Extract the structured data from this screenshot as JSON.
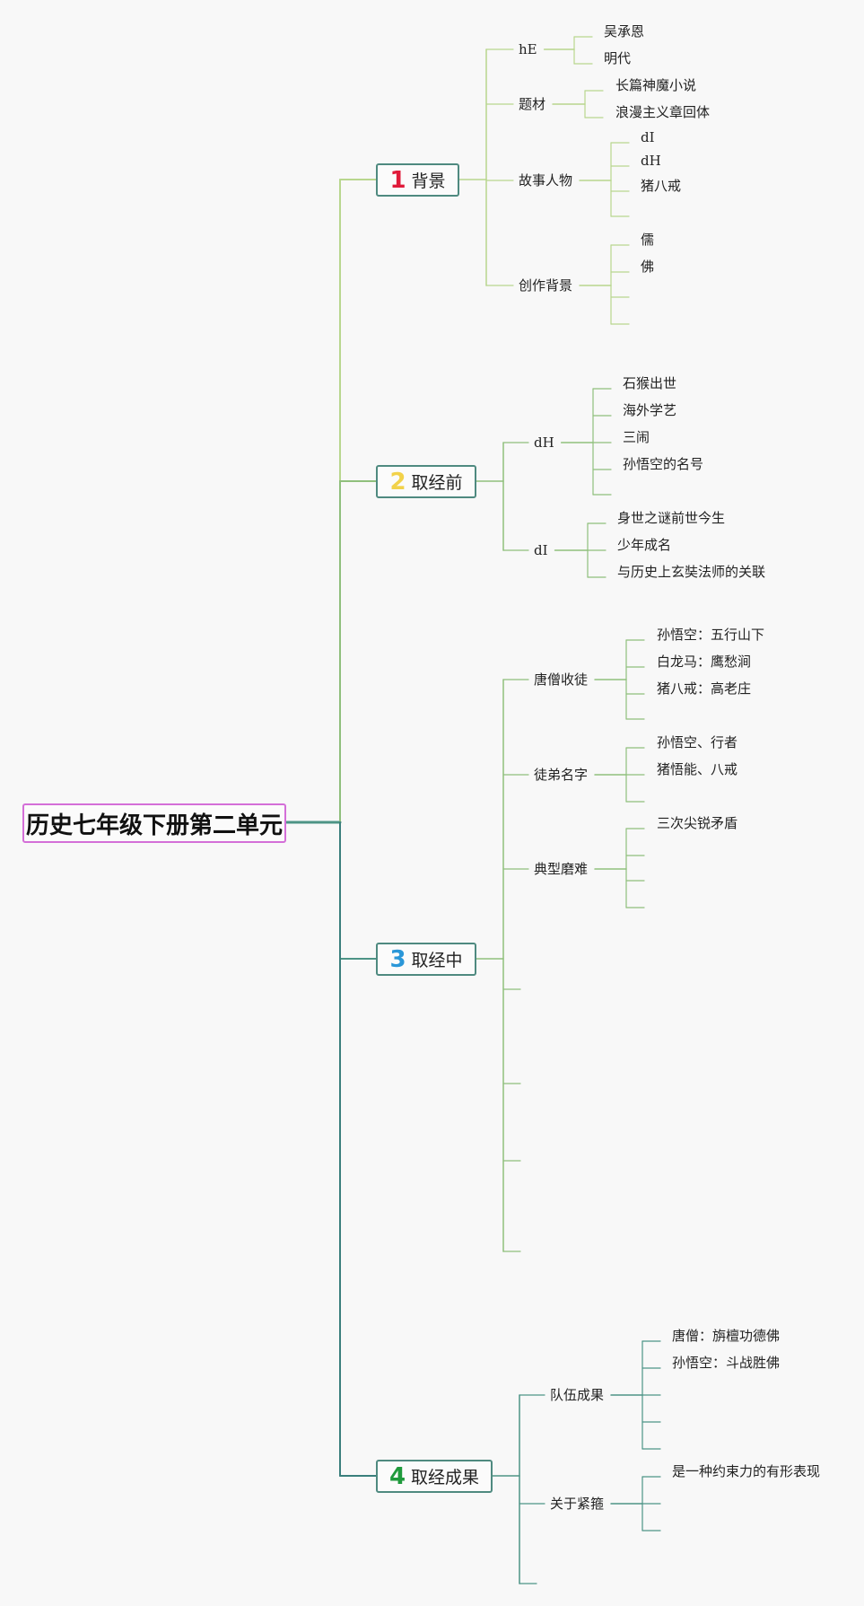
{
  "root": {
    "label": "历史七年级下册第二单元"
  },
  "colors": {
    "root_border": "#d46fd8",
    "branch_border": "#4f8a80",
    "num1": "#e01b3a",
    "num2": "#f2d24a",
    "num3": "#2a97d8",
    "num4": "#1f9a3c",
    "line_light": "#b8d68e",
    "line_mid": "#8fbf7c",
    "line_teal": "#4d9486",
    "line_dark": "#3a7f7c"
  },
  "branches": [
    {
      "num": "1",
      "label": "背景",
      "subs": [
        {
          "label": "hE",
          "leaves": [
            "吴承恩",
            "明代"
          ]
        },
        {
          "label": "题材",
          "leaves": [
            "长篇神魔小说",
            "浪漫主义章回体"
          ]
        },
        {
          "label": "故事人物",
          "leaves": [
            "dI",
            "dH",
            "猪八戒",
            ""
          ]
        },
        {
          "label": "创作背景",
          "leaves": [
            "儒",
            "佛",
            "",
            ""
          ]
        }
      ]
    },
    {
      "num": "2",
      "label": "取经前",
      "subs": [
        {
          "label": "dH",
          "leaves": [
            "石猴出世",
            "海外学艺",
            "三闹",
            "孙悟空的名号",
            ""
          ]
        },
        {
          "label": "dI",
          "leaves": [
            "身世之谜前世今生",
            "少年成名",
            "与历史上玄奘法师的关联"
          ]
        }
      ]
    },
    {
      "num": "3",
      "label": "取经中",
      "subs": [
        {
          "label": "唐僧收徒",
          "leaves": [
            "孙悟空：五行山下",
            "白龙马：鹰愁涧",
            "猪八戒：高老庄",
            ""
          ]
        },
        {
          "label": "徒弟名字",
          "leaves": [
            "孙悟空、行者",
            "猪悟能、八戒",
            ""
          ]
        },
        {
          "label": "典型磨难",
          "leaves": [
            "三次尖锐矛盾",
            "",
            "",
            ""
          ]
        },
        {
          "label": "",
          "leaves": []
        },
        {
          "label": "",
          "leaves": []
        },
        {
          "label": "",
          "leaves": []
        },
        {
          "label": "",
          "leaves": []
        }
      ]
    },
    {
      "num": "4",
      "label": "取经成果",
      "subs": [
        {
          "label": "队伍成果",
          "leaves": [
            "唐僧：旃檀功德佛",
            "孙悟空：斗战胜佛",
            "",
            "",
            ""
          ]
        },
        {
          "label": "关于紧箍",
          "leaves": [
            "是一种约束力的有形表现",
            "",
            ""
          ]
        },
        {
          "label": "",
          "leaves": []
        }
      ]
    }
  ]
}
